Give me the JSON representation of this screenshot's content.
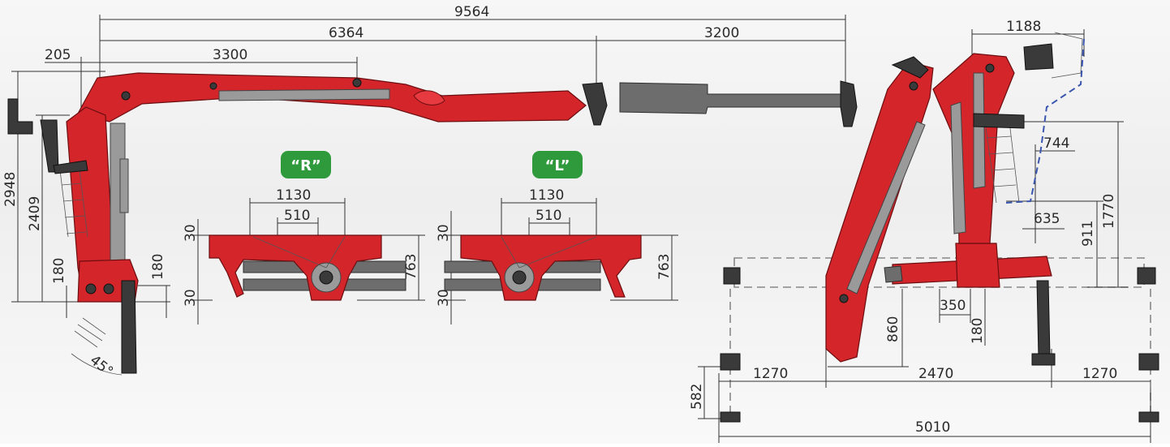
{
  "dimensions": {
    "overall_reach": "9564",
    "boom_reach": "6364",
    "extension": "3200",
    "inner_boom": "3300",
    "column_offset": "205",
    "total_height": "2948",
    "column_height": "2409",
    "base_180_left": "180",
    "base_180_right": "180",
    "rotation_angle": "45°",
    "r_width_outer": "1130",
    "r_width_inner": "510",
    "r_top_30": "30",
    "r_bottom_30": "30",
    "r_height": "763",
    "l_width_outer": "1130",
    "l_width_inner": "510",
    "l_top_30": "30",
    "l_bottom_30": "30",
    "l_height": "763",
    "seat_width": "1188",
    "seat_offset": "744",
    "platform_height": "1770",
    "step_offset": "635",
    "column_base": "911",
    "base_350": "350",
    "base_180": "180",
    "foot_860": "860",
    "outrigger_left": "1270",
    "centre_span": "2470",
    "outrigger_right": "1270",
    "total_span": "5010",
    "leg_582": "582"
  },
  "badges": {
    "right": "“R”",
    "left": "“L”"
  },
  "colors": {
    "crane": "#d4252b",
    "badge": "#2f9a3c",
    "steel": "#6d6d6d"
  }
}
